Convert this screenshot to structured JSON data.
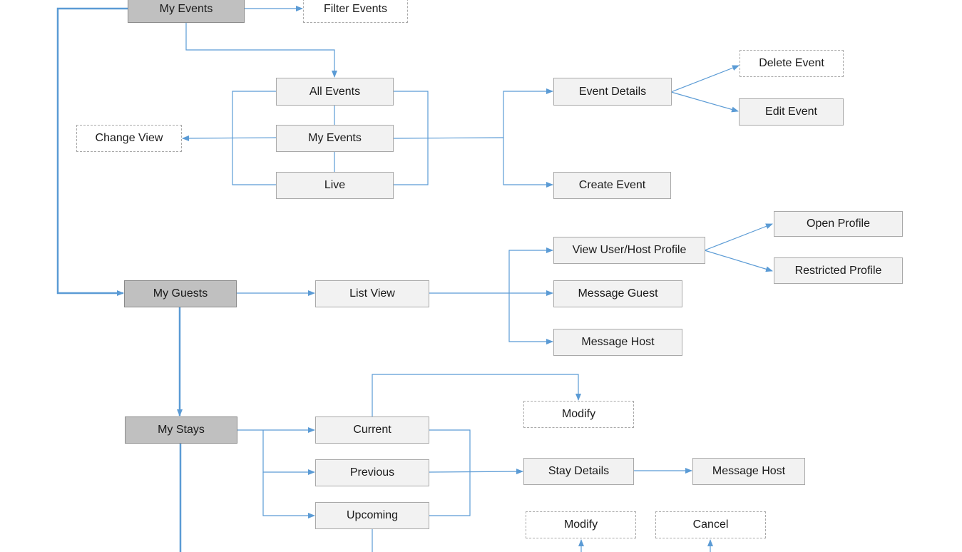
{
  "colors": {
    "connector": "#5b9bd5",
    "main_node": "#c0c0c0",
    "node": "#f2f2f2"
  },
  "nodes": {
    "my_events": "My Events",
    "filter_events": "Filter Events",
    "all_events": "All Events",
    "my_events_view": "My Events",
    "live": "Live",
    "change_view": "Change View",
    "event_details": "Event Details",
    "delete_event": "Delete Event",
    "edit_event": "Edit Event",
    "create_event": "Create Event",
    "my_guests": "My Guests",
    "list_view": "List View",
    "view_profile": "View User/Host Profile",
    "open_profile": "Open Profile",
    "restricted_profile": "Restricted Profile",
    "message_guest": "Message Guest",
    "message_host": "Message Host",
    "my_stays": "My Stays",
    "current": "Current",
    "previous": "Previous",
    "upcoming": "Upcoming",
    "modify_current": "Modify",
    "stay_details": "Stay Details",
    "stay_message_host": "Message Host",
    "modify_upcoming": "Modify",
    "cancel": "Cancel"
  }
}
